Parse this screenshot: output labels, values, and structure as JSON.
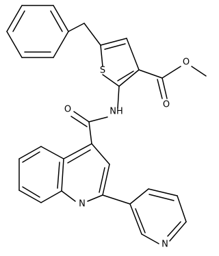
{
  "molecule": {
    "atoms": {
      "sulfur": "S",
      "amide_nitrogen": "NH",
      "carbonyl_oxygen_amide": "O",
      "ester_carbonyl_oxygen": "O",
      "ester_ether_oxygen": "O",
      "quinoline_nitrogen": "N",
      "pyridine_nitrogen": "N"
    },
    "colors": {
      "bond": "#000000",
      "label": "#000000",
      "background": "#ffffff"
    }
  }
}
